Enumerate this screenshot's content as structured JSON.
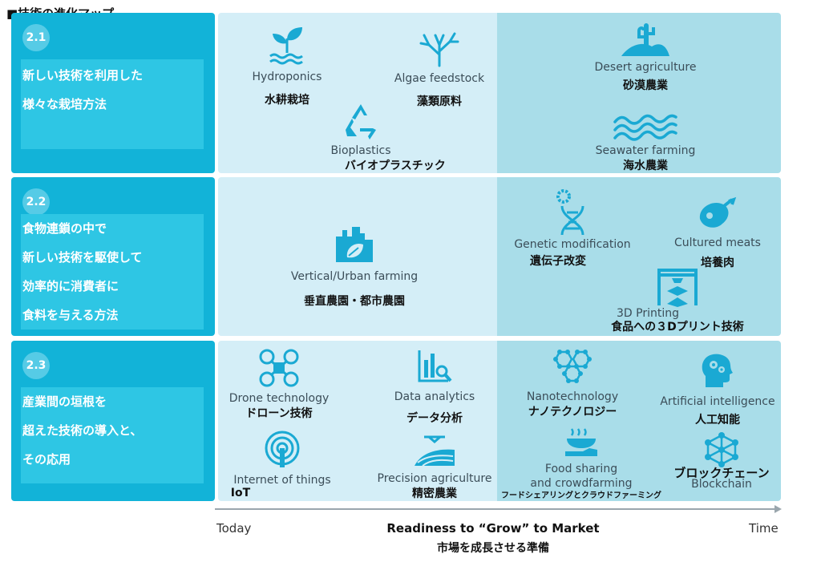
{
  "title": "■技術の進化マップ",
  "rows": [
    {
      "num": "2.1",
      "label_lines": [
        "新しい技術を利用した",
        "様々な栽培方法"
      ],
      "items": [
        {
          "en": "Hydroponics",
          "jp": "水耕栽培",
          "icon": "plant-water-icon"
        },
        {
          "en": "Algae feedstock",
          "jp": "藻類原料",
          "icon": "coral-icon"
        },
        {
          "en": "Bioplastics",
          "jp": "バイオプラスチック",
          "icon": "recycle-icon"
        },
        {
          "en": "Desert agriculture",
          "jp": "砂漠農業",
          "icon": "cactus-icon"
        },
        {
          "en": "Seawater farming",
          "jp": "海水農業",
          "icon": "waves-icon"
        }
      ]
    },
    {
      "num": "2.2",
      "label_lines": [
        "食物連鎖の中で",
        "新しい技術を駆使して",
        "効率的に消費者に",
        "食料を与える方法"
      ],
      "items": [
        {
          "en": "Vertical/Urban farming",
          "jp": "垂直農園・都市農園",
          "icon": "city-leaf-icon"
        },
        {
          "en": "Genetic modification",
          "jp": "遺伝子改変",
          "icon": "dna-gear-icon"
        },
        {
          "en": "Cultured meats",
          "jp": "培養肉",
          "icon": "ham-icon"
        },
        {
          "en": "3D Printing",
          "jp": "食品への３Dプリント技術",
          "icon": "printer-3d-icon"
        }
      ]
    },
    {
      "num": "2.3",
      "label_lines": [
        "産業間の垣根を",
        "超えた技術の導入と、",
        "その応用"
      ],
      "items": [
        {
          "en": "Drone technology",
          "jp": "ドローン技術",
          "icon": "drone-icon"
        },
        {
          "en": "Data analytics",
          "jp": "データ分析",
          "icon": "chart-magnifier-icon"
        },
        {
          "en": "Nanotechnology",
          "jp": "ナノテクノロジー",
          "icon": "hexagon-network-icon"
        },
        {
          "en": "Artificial intelligence",
          "jp": "人工知能",
          "icon": "head-gears-icon"
        },
        {
          "en": "Internet of things",
          "jp": "IoT",
          "icon": "broadcast-icon"
        },
        {
          "en": "Precision agriculture",
          "jp": "精密農業",
          "icon": "field-drone-icon"
        },
        {
          "en_lines": [
            "Food sharing",
            "and crowdfarming"
          ],
          "jp": "フードシェアリングとクラウドファーミング",
          "icon": "hand-food-icon"
        },
        {
          "en": "Blockchain",
          "jp": "ブロックチェーン",
          "icon": "blockchain-icon"
        }
      ]
    }
  ],
  "axis": {
    "left": "Today",
    "right": "Time",
    "title": "Readiness to “Grow” to Market",
    "subtitle": "市場を成長させる準備"
  },
  "colors": {
    "label_box": "#12b3d8",
    "label_text_bg": "#2ec6e4",
    "near_zone": "#d4eef7",
    "far_zone": "#a9dde9",
    "icon": "#1aa9d3"
  }
}
